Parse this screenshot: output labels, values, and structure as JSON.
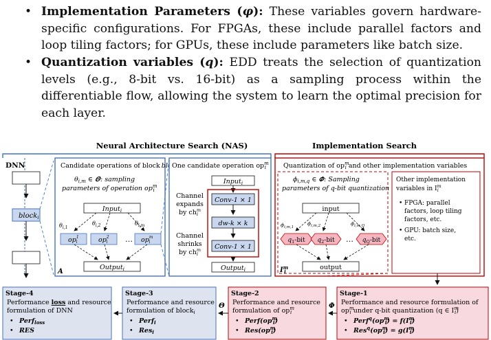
{
  "bullets": [
    {
      "term": "Implementation Parameters (",
      "symbol": "φ",
      "term_end": "):",
      "text": " These variables govern hardware-specific configurations. For FPGAs, these include parallel factors and loop tiling factors; for GPUs, these include parameters like batch size."
    },
    {
      "term": "Quantization variables (",
      "symbol": "q",
      "term_end": "):",
      "text": " EDD treats the selection of quantization levels (e.g., 8-bit vs. 16-bit) as a sampling process within the differentiable flow, allowing the system to learn the optimal precision for each layer."
    }
  ],
  "figure": {
    "nas_title": "Neural Architecture Search (NAS)",
    "impl_title": "Implementation Search",
    "dnn": {
      "label": "DNN",
      "block": "block",
      "block_sub": "i"
    },
    "candidates": {
      "header": "Candidate operations of block",
      "header_sub": "i",
      "theta_line1": "θ",
      "theta_line1_sub": "i,m",
      "theta_line1_rest": " ∈ 𝜣: sampling",
      "theta_line2": "parameters of operation op",
      "input": "Input",
      "output": "Output",
      "op1": "op",
      "op2": "op",
      "opm": "op",
      "t1": "θ",
      "t2": "θ",
      "tm": "θ",
      "dots": "…",
      "corner": "A"
    },
    "one_candidate": {
      "header": "One candidate operation op",
      "expand_l1": "Channel",
      "expand_l2": "expands",
      "expand_l3": "by ch",
      "shrink_l1": "Channel",
      "shrink_l2": "shrinks",
      "shrink_l3": "by ch",
      "input": "Input",
      "conv1": "Conv-1 × 1",
      "dw": "dw-k × k",
      "conv2": "Conv-1 × 1",
      "output": "Output"
    },
    "quant": {
      "header": "Quantization of op",
      "header_rest": " and other implementation variables",
      "phi_l1": "ϕ",
      "phi_l1_sub": "i,m,q",
      "phi_l1_rest": " ∈ 𝜱: Sampling",
      "phi_l2": "parameters of q-bit quantization",
      "input": "input",
      "output": "output",
      "q1": "q",
      "q1_rest": "-bit",
      "q2": "q",
      "q2_rest": "-bit",
      "qQ": "q",
      "qQ_rest": "-bit",
      "dots": "…",
      "corner": "I"
    },
    "other_impl": {
      "l1": "Other implementation",
      "l2": "variables in I",
      "b1_l1": "FPGA: parallel",
      "b1_l2": "factors, loop tiling",
      "b1_l3": "factors, etc.",
      "b2_l1": "GPU: batch size,",
      "b2_l2": "etc."
    },
    "stages": [
      {
        "title": "Stage-4",
        "l1a": "Performance ",
        "l1b": "loss",
        "l1c": " and resource",
        "l2": "formulation of DNN",
        "i1": "Perf",
        "i1_sub": "loss",
        "i2": "RES"
      },
      {
        "title": "Stage-3",
        "l1": "Performance and resource",
        "l2": "formulation of block",
        "l2_sub": "i",
        "i1": "Perf",
        "i1_sub": "i",
        "i2": "Res",
        "i2_sub": "i"
      },
      {
        "title": "Stage-2",
        "l1": "Performance and resource",
        "l2": "formulation of op",
        "i1": "Perf(op",
        "i2": "Res(op"
      },
      {
        "title": "Stage-1",
        "l1": "Performance and resource formulation of",
        "l2a": "op",
        "l2b": " under q-bit quantization (q ∈ I",
        "i1": "Perf",
        "i1b": "(op",
        "i1c": ") = f(I",
        "i2": "Res",
        "i2b": "(op",
        "i2c": ") = g(I"
      }
    ],
    "arrow_theta": "𝜣",
    "arrow_phi": "𝜱",
    "colors": {
      "nas_blue": "#4472c4",
      "impl_red": "#c00000",
      "stage_blue_fill": "#dde3ef",
      "stage_pink_fill": "#f8d9df",
      "op_fill": "#c9d7ee",
      "q_fill": "#f4b6c0"
    }
  }
}
